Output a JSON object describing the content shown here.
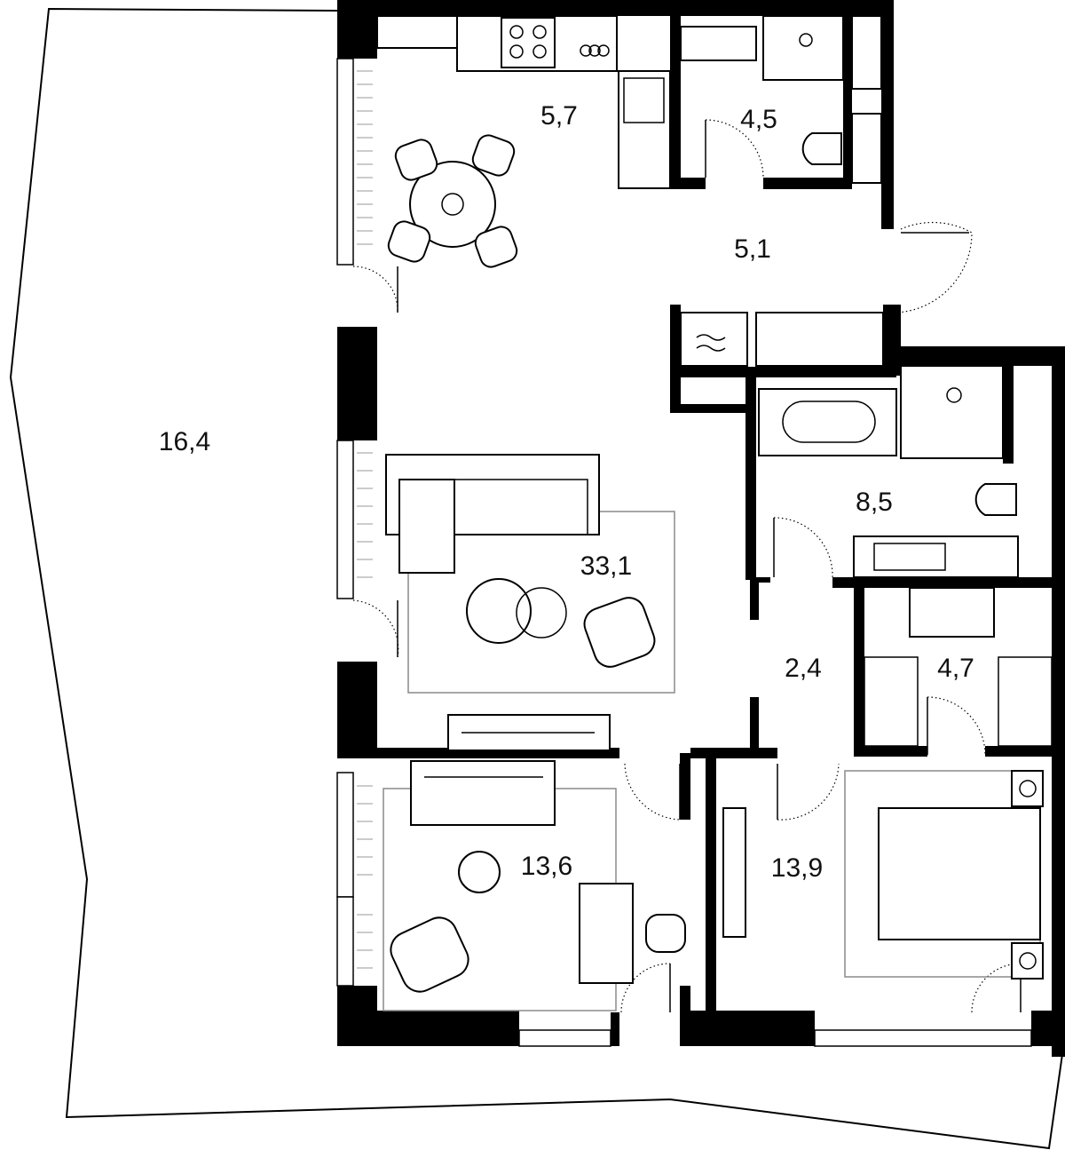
{
  "rooms": [
    {
      "id": "terrace",
      "area": "16,4"
    },
    {
      "id": "kitchen-dining",
      "area": "5,7"
    },
    {
      "id": "bathroom-1",
      "area": "4,5"
    },
    {
      "id": "hallway",
      "area": "5,1"
    },
    {
      "id": "living-room",
      "area": "33,1"
    },
    {
      "id": "bathroom-2",
      "area": "8,5"
    },
    {
      "id": "corridor",
      "area": "2,4"
    },
    {
      "id": "wardrobe",
      "area": "4,7"
    },
    {
      "id": "study-room",
      "area": "13,6"
    },
    {
      "id": "bedroom",
      "area": "13,9"
    }
  ],
  "colors": {
    "walls": "#000000",
    "background": "#ffffff",
    "rug": "#8a8a8a"
  }
}
